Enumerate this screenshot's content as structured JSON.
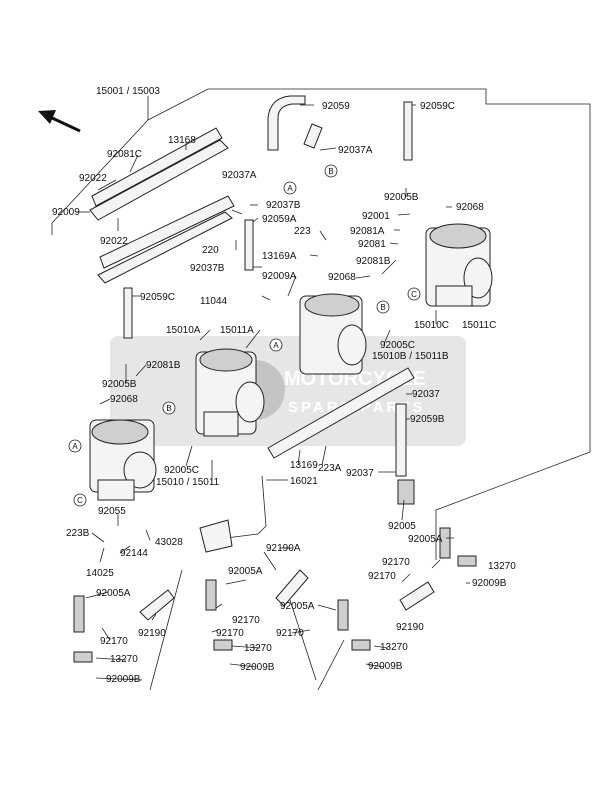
{
  "assembly": "15001 / 15003",
  "watermark": {
    "line1": "MOTORCYCLE",
    "line2": "SPARE PARTS"
  },
  "callouts": {
    "a": "A",
    "b": "B",
    "c": "C"
  },
  "parts": {
    "p13168": "13168",
    "p92081c": "92081C",
    "p92022a": "92022",
    "p92009": "92009",
    "p92022b": "92022",
    "p92059": "92059",
    "p92037a": "92037A",
    "p92037a2": "92037A",
    "p92059c_top": "92059C",
    "p92005b_top": "92005B",
    "p92068_top": "92068",
    "p92037b_a": "92037B",
    "p92059a": "92059A",
    "p220": "220",
    "p92037b_b": "92037B",
    "p223": "223",
    "p13169a": "13169A",
    "p92009a": "92009A",
    "p92068_mid": "92068",
    "p92001": "92001",
    "p92081a": "92081A",
    "p92081": "92081",
    "p92081b_r": "92081B",
    "p11044": "11044",
    "p92059c_l": "92059C",
    "p15010a": "15010A",
    "p15011a": "15011A",
    "p92081b_l": "92081B",
    "p92005b_l": "92005B",
    "p92068_l": "92068",
    "p92005c_r": "92005C",
    "p15010c": "15010C",
    "p15011c": "15011C",
    "p15010b_11b": "15010B / 15011B",
    "p92037_r": "92037",
    "p92059b": "92059B",
    "p92005c_l": "92005C",
    "p15010_15011": "15010 / 15011",
    "p13169": "13169",
    "p223a": "223A",
    "p92037_mid": "92037",
    "p16021": "16021",
    "p92055": "92055",
    "p223b": "223B",
    "p92144": "92144",
    "p43028": "43028",
    "p14025": "14025",
    "p92005": "92005",
    "p92005a_r": "92005A",
    "p92190a": "92190A",
    "p92170_r": "92170",
    "p13270_r": "13270",
    "p92170_r2": "92170",
    "p92009b_r": "92009B",
    "p92005a_ml": "92005A",
    "p92005a_l": "92005A",
    "p92170_m": "92170",
    "p92005a_mr": "92005A",
    "p92190_l": "92190",
    "p92190_r": "92190",
    "p92170_l": "92170",
    "p92170_m2": "92170",
    "p92170_mr": "92170",
    "p13270_m": "13270",
    "p13270_mr": "13270",
    "p13270_l": "13270",
    "p92009b_m": "92009B",
    "p92009b_mr": "92009B",
    "p92009b_l": "92009B"
  }
}
